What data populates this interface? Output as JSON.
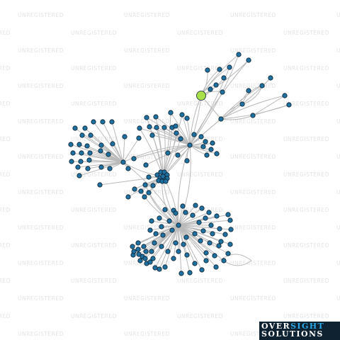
{
  "watermark": {
    "text": "UNREGISTERED"
  },
  "logo": {
    "line1_part1": "OVER",
    "line1_part2": "SIGHT",
    "line2": "SOLUTIONS"
  },
  "colors": {
    "background": "#ffffff",
    "edge": "#b9b9b9",
    "node_fill": "#1f6f9f",
    "node_stroke": "#0c2030",
    "focus_node_fill": "#a8e04a",
    "watermark": "#e4e4e4",
    "logo_bg": "#0f2231",
    "logo_accent": "#2aa7e4"
  }
}
